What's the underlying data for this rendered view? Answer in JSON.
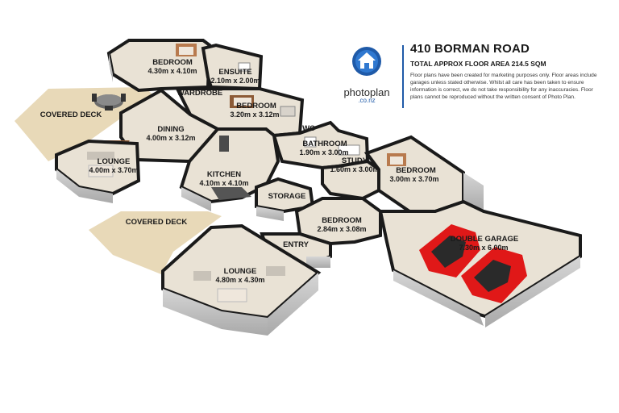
{
  "header": {
    "address": "410 BORMAN ROAD",
    "floor_area": "TOTAL APPROX FLOOR AREA 214.5 SQM",
    "disclaimer": "Floor plans have been created for marketing purposes only. Floor areas include garages unless stated otherwise. Whilst all care has been taken to ensure information is correct, we do not take responsibility for any inaccuracies. Floor plans cannot be reproduced without the written consent of Photo Plan."
  },
  "logo": {
    "brand": "photoplan",
    "domain": ".co.nz",
    "icon": "house-icon",
    "color": "#1f5aa8"
  },
  "rooms": [
    {
      "id": "bedroom-1",
      "name": "BEDROOM",
      "dims": "4.30m x 4.10m"
    },
    {
      "id": "ensuite",
      "name": "ENSUITE",
      "dims": "2.10m x 2.00m"
    },
    {
      "id": "wardrobe",
      "name": "WARDROBE",
      "dims": ""
    },
    {
      "id": "bedroom-2",
      "name": "BEDROOM",
      "dims": "3.20m x 3.12m"
    },
    {
      "id": "covered-deck-1",
      "name": "COVERED DECK",
      "dims": ""
    },
    {
      "id": "dining",
      "name": "DINING",
      "dims": "4.00m x 3.12m"
    },
    {
      "id": "lounge-1",
      "name": "LOUNGE",
      "dims": "4.00m x 3.70m"
    },
    {
      "id": "kitchen",
      "name": "KITCHEN",
      "dims": "4.10m x 4.10m"
    },
    {
      "id": "wc",
      "name": "WC",
      "dims": ""
    },
    {
      "id": "bathroom",
      "name": "BATHROOM",
      "dims": "1.90m x 3.00m"
    },
    {
      "id": "study",
      "name": "STUDY",
      "dims": "1.60m x 3.00m"
    },
    {
      "id": "bedroom-3",
      "name": "BEDROOM",
      "dims": "3.00m x 3.70m"
    },
    {
      "id": "storage",
      "name": "STORAGE",
      "dims": ""
    },
    {
      "id": "covered-deck-2",
      "name": "COVERED DECK",
      "dims": ""
    },
    {
      "id": "bedroom-4",
      "name": "BEDROOM",
      "dims": "2.84m x 3.08m"
    },
    {
      "id": "double-garage",
      "name": "DOUBLE GARAGE",
      "dims": "7.30m x 6.00m"
    },
    {
      "id": "entry",
      "name": "ENTRY",
      "dims": ""
    },
    {
      "id": "lounge-2",
      "name": "LOUNGE",
      "dims": "4.80m x 4.30m"
    }
  ],
  "colors": {
    "floor": "#e9e2d5",
    "deck": "#e8d9b8",
    "wall_top": "#1a1a1a",
    "wall_side": "#bfbfbf",
    "car": "#e01818"
  }
}
